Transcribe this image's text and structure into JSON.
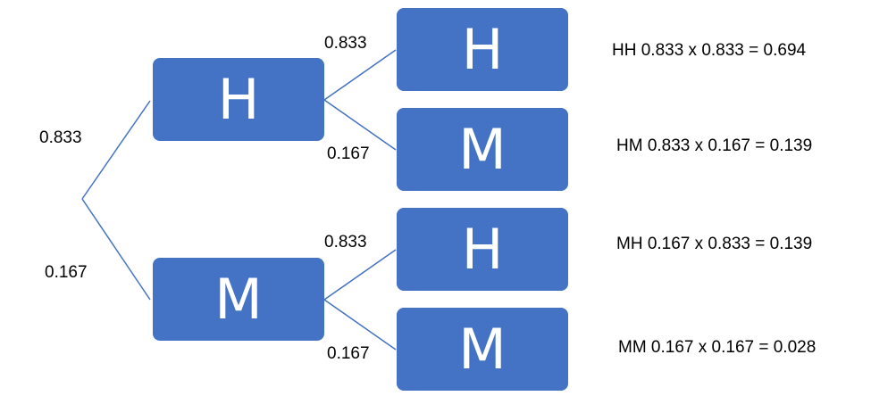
{
  "root": {
    "prob_h": "0.833",
    "prob_m": "0.167"
  },
  "level1": [
    {
      "label": "H",
      "prob_h": "0.833",
      "prob_m": "0.167"
    },
    {
      "label": "M",
      "prob_h": "0.833",
      "prob_m": "0.167"
    }
  ],
  "level2": [
    {
      "label": "H"
    },
    {
      "label": "M"
    },
    {
      "label": "H"
    },
    {
      "label": "M"
    }
  ],
  "outcomes": [
    "HH 0.833 x 0.833 = 0.694",
    "HM 0.833 x 0.167 = 0.139",
    "MH 0.167 x 0.833 = 0.139",
    "MM 0.167 x 0.167 = 0.028"
  ],
  "colors": {
    "node_fill": "#4472c4",
    "node_text": "#ffffff",
    "line": "#4472c4"
  }
}
